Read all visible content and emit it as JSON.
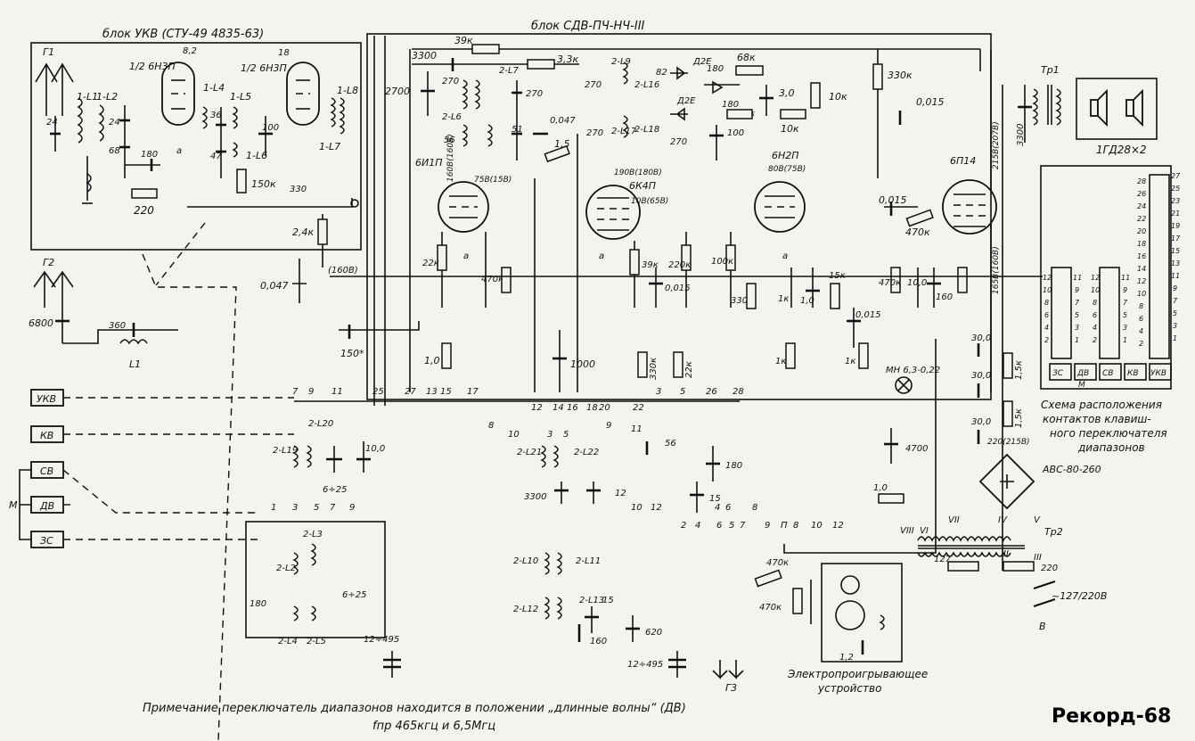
{
  "blocks": {
    "vhf": "блок УКВ (СТУ-49 4835-63)",
    "main": "блок СДВ-ПЧ-НЧ-III"
  },
  "antennas": {
    "a1": "Г1",
    "a2": "Г2",
    "a3": "Г3"
  },
  "tubes": {
    "t1": "1/2 6Н3П",
    "t2": "1/2 6Н3П",
    "t3": "6И1П",
    "t4": "6К4П",
    "t5": "6Н2П",
    "t6": "6П14"
  },
  "buttons": [
    "УКВ",
    "КВ",
    "СВ",
    "ДВ",
    "ЗС"
  ],
  "switch_bus_label": "М",
  "keypad": {
    "caption": "Схема расположения контактов клавишного переключателя диапазонов",
    "keys": [
      "ЗС",
      "ДВ",
      "СВ",
      "КВ",
      "УКВ"
    ],
    "bus": "М"
  },
  "components": {
    "r_39k": "39к",
    "r_3_3k": "3,3к",
    "r_68k": "68к",
    "r_330k": "330к",
    "r_10k": "10к",
    "r_1k": "1к",
    "c_3300": "3300",
    "c_2700": "2700",
    "c_82": "82",
    "c_180": "180",
    "c_0015": "0,015",
    "c_3_0": "3,0",
    "c_0047": "0,047",
    "c_15": "1,5",
    "c_270": "270",
    "c_56": "56",
    "c_51": "51",
    "c_100": "100",
    "d_2e": "Д2Е",
    "r_220k": "220к",
    "r_100k": "100к",
    "r_22k": "22к",
    "r_470k": "470к",
    "c_1000": "1000",
    "c_1_0": "1,0",
    "c_10_0": "10,0",
    "r_15k": "15к",
    "c_160": "160",
    "c_4700": "4700",
    "c_30": "30,0",
    "r_1_5k": "1,5к",
    "c_12": "12",
    "c_15b": "15",
    "c_620": "620",
    "c_6800": "6800",
    "c_360": "360",
    "c_150": "150*",
    "c_0047b": "0,047",
    "r_2_4k": "2,4к",
    "r_150k": "150к",
    "c_220": "220",
    "c_24": "24",
    "c_68": "68",
    "c_47": "47",
    "c_36": "36",
    "c_8_2": "8,2",
    "c_18": "18",
    "c_330": "330",
    "c_tune1": "6÷25",
    "c_tune2": "12÷495",
    "c_10": "10,0",
    "c_1_2": "1,2"
  },
  "coils": [
    "1-L1",
    "1-L2",
    "1-L4",
    "1-L5",
    "1-L6",
    "1-L7",
    "1-L8",
    "L1",
    "2-L20",
    "2-L19",
    "2-L21",
    "2-L22",
    "2-L2",
    "2-L3",
    "2-L4",
    "2-L5",
    "2-L10",
    "2-L11",
    "2-L12",
    "2-L13",
    "2-L6",
    "2-L7",
    "2-L9",
    "2-L16",
    "2-L17",
    "2-L18"
  ],
  "voltages": {
    "v1": "(160В)",
    "v2": "160В(160В)",
    "v3": "75В(15В)",
    "v4": "190В(180В)",
    "v5": "10В(65В)",
    "v6": "80В(75В)",
    "v7": "215В(207В)",
    "v8": "165В(160В)",
    "v9": "220(215В)"
  },
  "power": {
    "lamp": "МН 6,3-0,22",
    "rectifier": "АВС-80-260",
    "transformer2": "Тр2",
    "transformer1": "Тр1",
    "speakers": "1ГД28×2",
    "mains": "~127/220В",
    "tap127": "127",
    "tap220": "220"
  },
  "turntable": "Электропроигрывающее устройство",
  "note": "Примечание  переключатель диапазонов находится в положении „длинные волны“ (ДВ)",
  "if_note": "fпр 465кгц и 6,5Мгц",
  "model": "Рекорд-68"
}
